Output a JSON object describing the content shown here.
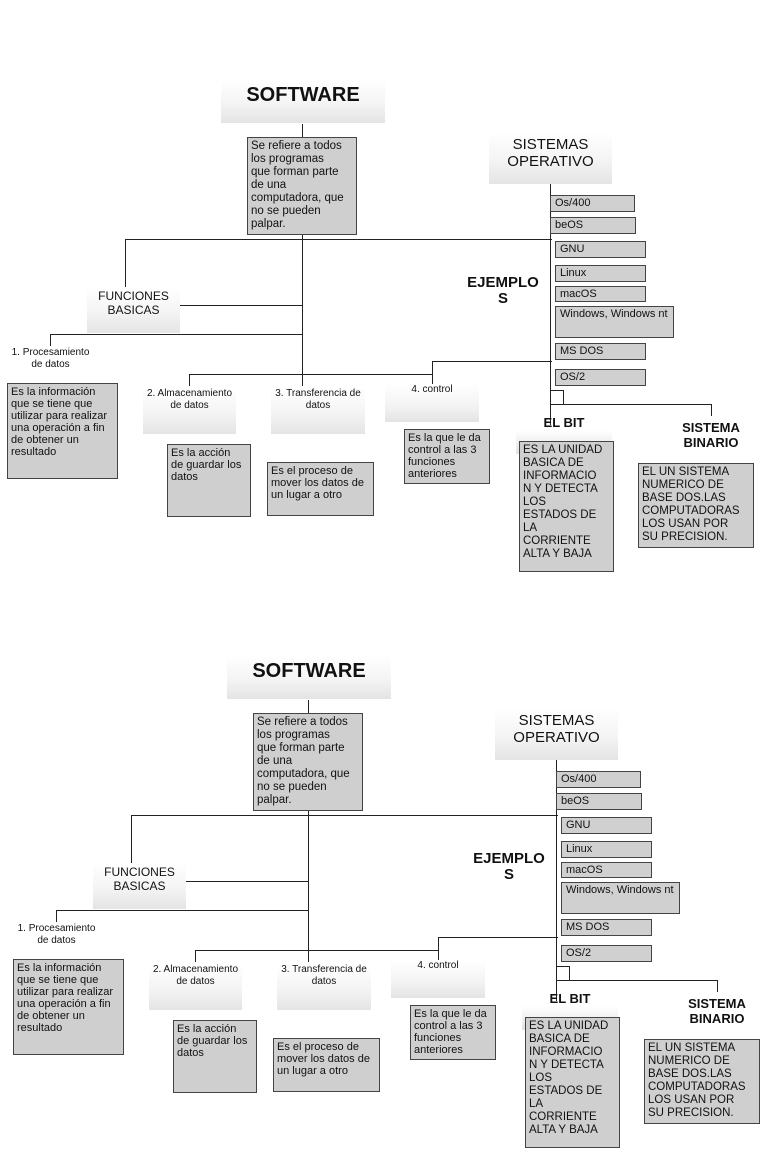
{
  "diagram": {
    "title": "SOFTWARE",
    "definition": "Se refiere a todos\nlos programas\nque forman parte\nde una\ncomputadora, que\nno se pueden\npalpar.",
    "so_title": "SISTEMAS\nOPERATIVO",
    "ejemplos_label": "EJEMPLO\nS",
    "examples": [
      "Os/400",
      "beOS",
      "GNU",
      "Linux",
      "macOS",
      "Windows, Windows nt",
      "MS DOS",
      "OS/2"
    ],
    "funciones_label": "FUNCIONES\nBASICAS",
    "func1_label": "1. Procesamiento\nde datos",
    "func1_desc": "Es la información\nque se tiene que\nutilizar para realizar\nuna operación a fin\nde obtener un\nresultado",
    "func2_label": "2. Almacenamiento\nde datos",
    "func2_desc": "Es la acción\nde guardar los\ndatos",
    "func3_label": "3. Transferencia de\ndatos",
    "func3_desc": "Es el proceso de\nmover los datos de\nun lugar a otro",
    "func4_label": "4. control",
    "func4_desc": "Es la que le da\ncontrol a las 3\nfunciones\nanteriores",
    "bit_label": "EL BIT",
    "bit_desc": "ES LA UNIDAD\nBASICA DE\nINFORMACIO\nN Y DETECTA\nLOS\nESTADOS DE\nLA\nCORRIENTE\nALTA Y BAJA",
    "binario_label": "SISTEMA\nBINARIO",
    "binario_desc": "EL UN SISTEMA\nNUMERICO DE\nBASE DOS.LAS\nCOMPUTADORAS\nLOS USAN POR\nSU PRECISION."
  }
}
